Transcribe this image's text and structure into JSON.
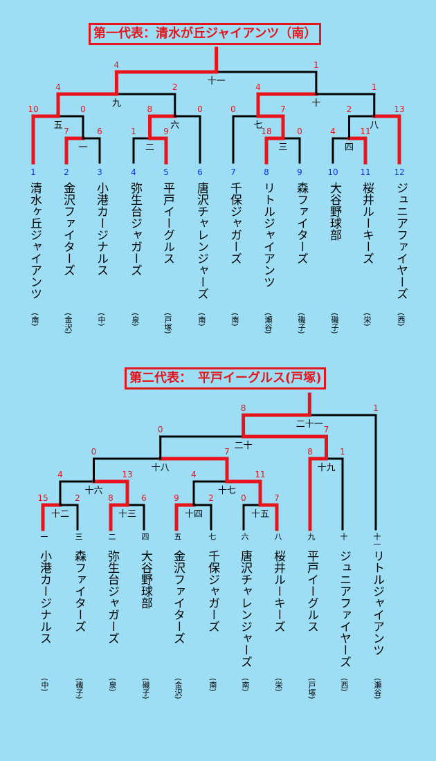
{
  "t1": {
    "title": "第一代表：清水が丘ジャイアンツ（南）",
    "teams": [
      {
        "num": "1",
        "name": "清水ヶ丘ジャイアンツ",
        "area": "(南)"
      },
      {
        "num": "2",
        "name": "金沢ファイターズ",
        "area": "(金沢)"
      },
      {
        "num": "3",
        "name": "小港カージナルス",
        "area": "(中)"
      },
      {
        "num": "4",
        "name": "弥生台ジャガーズ",
        "area": "(泉)"
      },
      {
        "num": "5",
        "name": "平戸イーグルス",
        "area": "(戸塚)"
      },
      {
        "num": "6",
        "name": "唐沢チャレンジャーズ",
        "area": "(南)"
      },
      {
        "num": "7",
        "name": "千保ジャガーズ",
        "area": "(南)"
      },
      {
        "num": "8",
        "name": "リトルジャイアンツ",
        "area": "(瀬谷)"
      },
      {
        "num": "9",
        "name": "森ファイターズ",
        "area": "(磯子)"
      },
      {
        "num": "10",
        "name": "大谷野球部",
        "area": "(磯子)"
      },
      {
        "num": "11",
        "name": "桜井ルーキーズ",
        "area": "(栄)"
      },
      {
        "num": "12",
        "name": "ジュニアファイヤーズ",
        "area": "(西)"
      }
    ],
    "games": [
      {
        "label": "一",
        "a": "7",
        "b": "6"
      },
      {
        "label": "二",
        "a": "1",
        "b": "9"
      },
      {
        "label": "三",
        "a": "18",
        "b": "0"
      },
      {
        "label": "四",
        "a": "4",
        "b": "11"
      },
      {
        "label": "五",
        "a": "10",
        "b": "0"
      },
      {
        "label": "六",
        "a": "8",
        "b": "0"
      },
      {
        "label": "七",
        "a": "0",
        "b": "7"
      },
      {
        "label": "八",
        "a": "2",
        "b": "13"
      },
      {
        "label": "九",
        "a": "4",
        "b": "2"
      },
      {
        "label": "十",
        "a": "4",
        "b": "1"
      },
      {
        "label": "十一",
        "a": "4",
        "b": "1"
      }
    ]
  },
  "t2": {
    "title": "第二代表：　平戸イーグルス(戸塚)",
    "teams": [
      {
        "num": "一",
        "name": "小港カージナルス",
        "area": "(中)"
      },
      {
        "num": "三",
        "name": "森ファイターズ",
        "area": "(磯子)"
      },
      {
        "num": "二",
        "name": "弥生台ジャガーズ",
        "area": "(泉)"
      },
      {
        "num": "四",
        "name": "大谷野球部",
        "area": "(磯子)"
      },
      {
        "num": "五",
        "name": "金沢ファイターズ",
        "area": "(金沢)"
      },
      {
        "num": "七",
        "name": "千保ジャガーズ",
        "area": "(南)"
      },
      {
        "num": "六",
        "name": "唐沢チャレンジャーズ",
        "area": "(南)"
      },
      {
        "num": "八",
        "name": "桜井ルーキーズ",
        "area": "(栄)"
      },
      {
        "num": "九",
        "name": "平戸イーグルス",
        "area": "(戸塚)"
      },
      {
        "num": "十",
        "name": "ジュニアファイヤーズ",
        "area": "(西)"
      },
      {
        "num": "十一",
        "name": "リトルジャイアンツ",
        "area": "(瀬谷)"
      }
    ],
    "games": [
      {
        "label": "十二",
        "a": "15",
        "b": "2"
      },
      {
        "label": "十三",
        "a": "8",
        "b": "6"
      },
      {
        "label": "十四",
        "a": "9",
        "b": "2"
      },
      {
        "label": "十五",
        "a": "0",
        "b": "7"
      },
      {
        "label": "十六",
        "a": "4",
        "b": "13"
      },
      {
        "label": "十七",
        "a": "4",
        "b": "11"
      },
      {
        "label": "十八",
        "a": "0",
        "b": "7"
      },
      {
        "label": "十九",
        "a": "8",
        "b": "1"
      },
      {
        "label": "二十",
        "a": "0",
        "b": "7"
      },
      {
        "label": "二十一",
        "a": "8",
        "b": "1"
      }
    ]
  },
  "colors": {
    "background": "#9edef5",
    "win": "#e8141b",
    "line": "#000000",
    "num1": "#1b2be8"
  }
}
